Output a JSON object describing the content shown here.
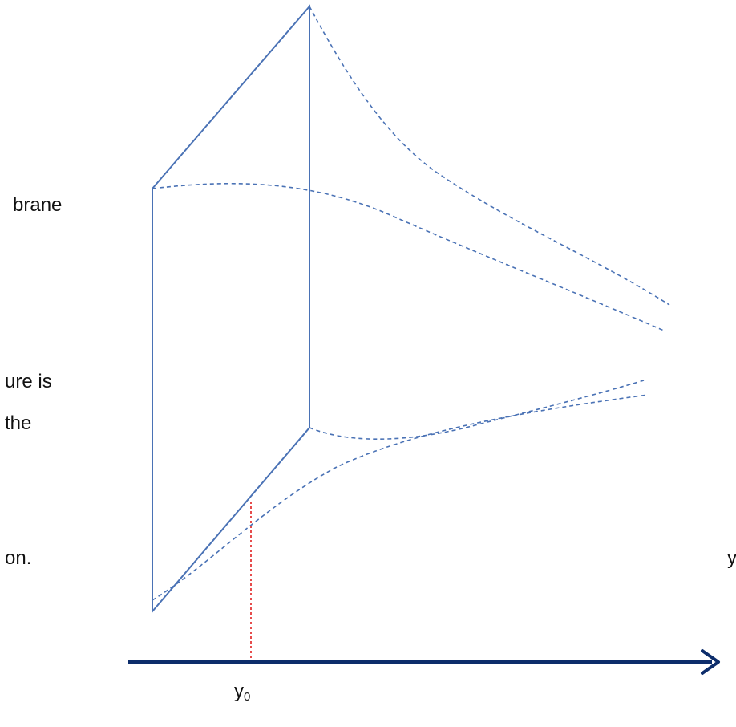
{
  "labels": {
    "brane": "brane",
    "text_line_1": "ure is",
    "text_line_2": "the",
    "text_line_3": "on.",
    "axis_label": "y",
    "position_label_main": "y",
    "position_label_sub": "0"
  },
  "colors": {
    "brane_edges": "#4a72b5",
    "dashed_profiles": "#4a72b5",
    "marker": "#e02020",
    "axis": "#0d2d6b",
    "text": "#111111"
  }
}
